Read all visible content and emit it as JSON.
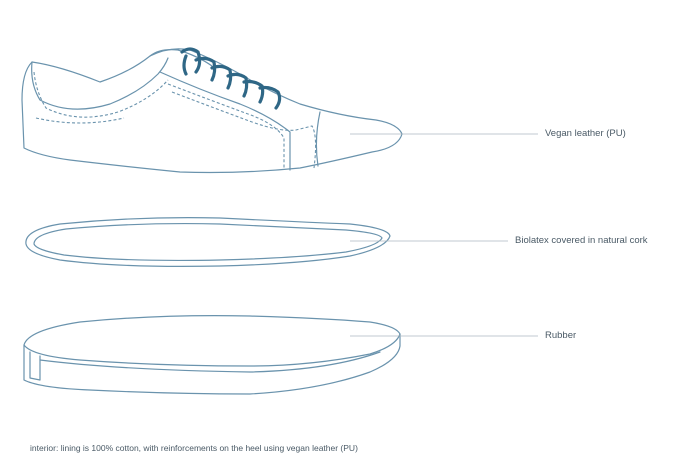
{
  "diagram": {
    "parts": [
      {
        "id": "upper",
        "label": "Vegan leather (PU)"
      },
      {
        "id": "insole",
        "label": "Biolatex covered in natural cork"
      },
      {
        "id": "sole",
        "label": "Rubber"
      }
    ],
    "footnote": "interior: lining is 100% cotton, with reinforcements on the heel using vegan leather (PU)"
  },
  "colors": {
    "outline": "#6a93ad",
    "lace": "#2f6786",
    "leader": "#aeb9c1",
    "text": "#4a5a66"
  }
}
